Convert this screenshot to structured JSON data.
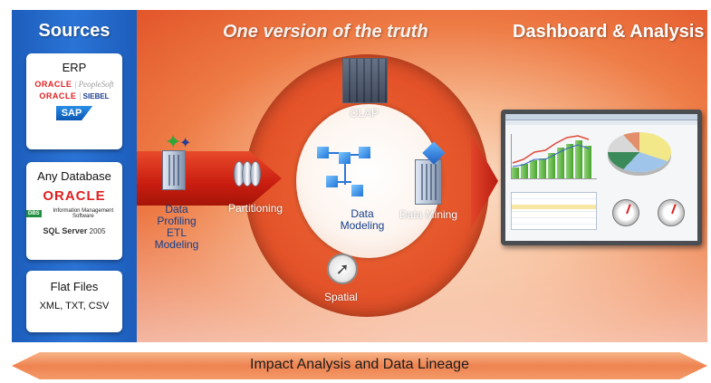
{
  "sources": {
    "title": "Sources",
    "erp": {
      "heading": "ERP",
      "logos": [
        {
          "brand": "ORACLE",
          "partner": "PeopleSoft"
        },
        {
          "brand": "ORACLE",
          "partner": "SIEBEL"
        }
      ],
      "sap": "SAP"
    },
    "database": {
      "heading": "Any Database",
      "oracle": "ORACLE",
      "dbs_badge": "DBS",
      "dbs_text": "Information Management Software",
      "sql_brand": "SQL Server",
      "sql_version": "2005"
    },
    "flat_files": {
      "heading": "Flat Files",
      "formats": "XML, TXT, CSV"
    }
  },
  "center": {
    "title": "One version of the truth",
    "etl_label": [
      "Data",
      "Profiling",
      "ETL",
      "Modeling"
    ],
    "hub_label": [
      "Data",
      "Modeling"
    ],
    "olap": "OLAP",
    "partitioning": "Partitioning",
    "data_mining": "Data Mining",
    "spatial": "Spatial"
  },
  "dashboard": {
    "title": "Dashboard & Analysis"
  },
  "bottom": {
    "label": "Impact Analysis and Data Lineage"
  },
  "colors": {
    "sources_blue": "#2a74d6",
    "orange": "#e4532a",
    "arrow_red": "#c91d10",
    "label_blue": "#153f8a"
  },
  "icons": [
    "building-icon",
    "puzzle-icon",
    "cylinders-icon",
    "olap-cube-icon",
    "data-modeling-icon",
    "compass-icon"
  ]
}
